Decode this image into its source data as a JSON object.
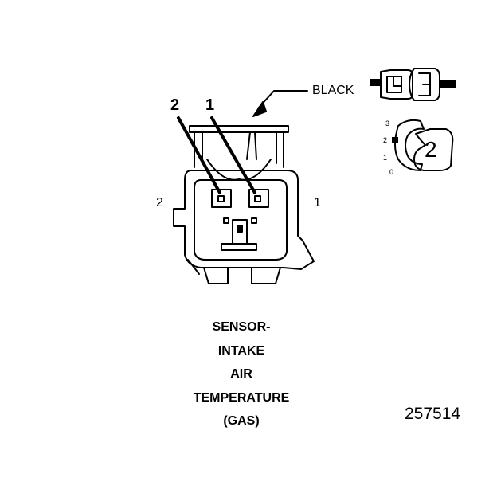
{
  "connector": {
    "color_label": "BLACK",
    "pin_labels": [
      "2",
      "1"
    ],
    "side_labels": [
      "2",
      "1"
    ],
    "view_number": "2",
    "view_scale": [
      "3",
      "2",
      "1",
      "0"
    ]
  },
  "caption": {
    "lines": [
      "SENSOR-",
      "INTAKE",
      "AIR",
      "TEMPERATURE",
      "(GAS)"
    ]
  },
  "reference_number": "257514"
}
